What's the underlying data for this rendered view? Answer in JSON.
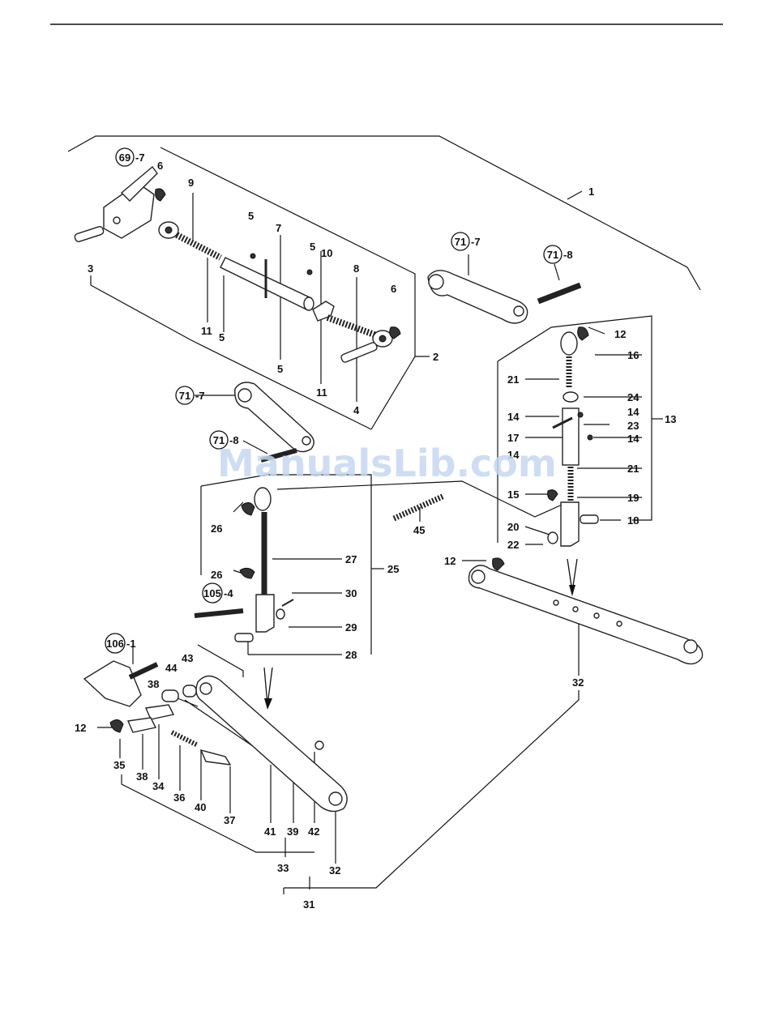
{
  "watermark": "ManualsLib.com",
  "callouts": [
    {
      "id": "c69",
      "ref": "69",
      "suffix": "-7"
    },
    {
      "id": "c71a",
      "ref": "71",
      "suffix": "-7"
    },
    {
      "id": "c71b",
      "ref": "71",
      "suffix": "-8"
    },
    {
      "id": "c71c",
      "ref": "71",
      "suffix": "-7"
    },
    {
      "id": "c71d",
      "ref": "71",
      "suffix": "-8"
    },
    {
      "id": "c105",
      "ref": "105",
      "suffix": "-4"
    },
    {
      "id": "c106",
      "ref": "106",
      "suffix": "-1"
    }
  ],
  "labels": {
    "l1": "1",
    "l2": "2",
    "l3": "3",
    "l4": "4",
    "l5a": "5",
    "l5b": "5",
    "l5c": "5",
    "l5d": "5",
    "l6a": "6",
    "l6b": "6",
    "l7": "7",
    "l8": "8",
    "l9": "9",
    "l10": "10",
    "l11a": "11",
    "l11b": "11",
    "l12a": "12",
    "l12b": "12",
    "l12c": "12",
    "l13": "13",
    "l14a": "14",
    "l14b": "14",
    "l14c": "14",
    "l14d": "14",
    "l15": "15",
    "l16": "16",
    "l17": "17",
    "l18": "18",
    "l19": "19",
    "l20": "20",
    "l21a": "21",
    "l21b": "21",
    "l22": "22",
    "l23": "23",
    "l24": "24",
    "l25": "25",
    "l26a": "26",
    "l26b": "26",
    "l27": "27",
    "l28": "28",
    "l29": "29",
    "l30": "30",
    "l31": "31",
    "l32a": "32",
    "l32b": "32",
    "l33": "33",
    "l34": "34",
    "l35": "35",
    "l36": "36",
    "l37": "37",
    "l38a": "38",
    "l38b": "38",
    "l39": "39",
    "l40": "40",
    "l41": "41",
    "l42": "42",
    "l43": "43",
    "l44": "44",
    "l45": "45"
  }
}
